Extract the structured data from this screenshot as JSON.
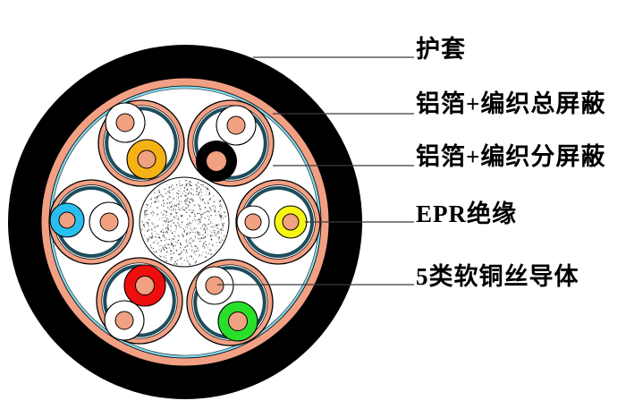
{
  "diagram": {
    "labels": [
      {
        "text": "护套"
      },
      {
        "text": "铝箔+编织总屏蔽"
      },
      {
        "text": "铝箔+编织分屏蔽"
      },
      {
        "text": "EPR绝缘"
      },
      {
        "text": "5类软铜丝导体"
      }
    ],
    "colors": {
      "jacket": "#000000",
      "shield_foil": "#F2A084",
      "overall_braid": "#7ED8EC",
      "pair_braid": "#1E4D5C",
      "copper": "#F0A182",
      "conductor_white": "#FFFFFF",
      "conductor_orange": "#F5B215",
      "conductor_black": "#000000",
      "conductor_blue": "#29BEF0",
      "conductor_yellow": "#F6F413",
      "conductor_red": "#EE0E0E",
      "conductor_green": "#2ADF2A"
    },
    "pairs": [
      {
        "position": "top-left",
        "conductors": [
          "white",
          "orange"
        ]
      },
      {
        "position": "top-right",
        "conductors": [
          "white",
          "black"
        ]
      },
      {
        "position": "left",
        "conductors": [
          "blue",
          "white"
        ]
      },
      {
        "position": "right",
        "conductors": [
          "white",
          "yellow"
        ]
      },
      {
        "position": "bottom-left",
        "conductors": [
          "red",
          "white"
        ]
      },
      {
        "position": "bottom-right",
        "conductors": [
          "white",
          "green"
        ]
      }
    ]
  }
}
